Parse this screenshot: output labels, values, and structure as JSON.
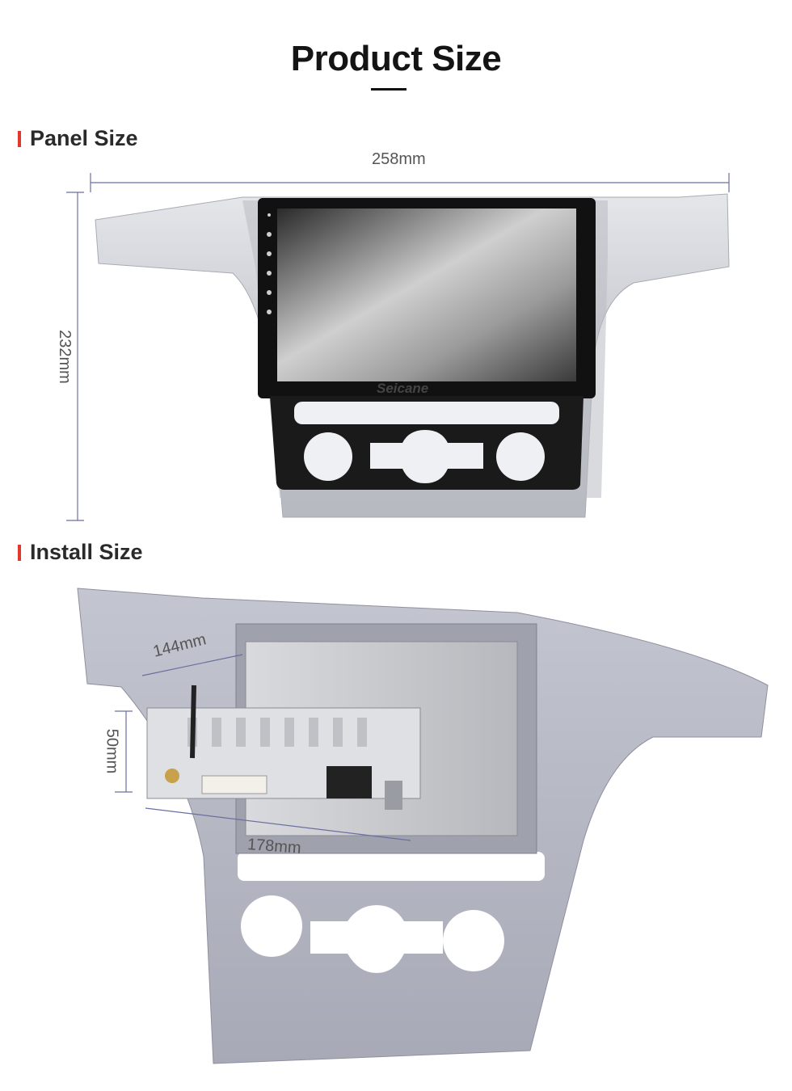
{
  "page_title": "Product Size",
  "sections": {
    "panel": {
      "heading": "Panel Size",
      "width_label": "258mm",
      "height_label": "232mm",
      "screen_brand": "Seicane"
    },
    "install": {
      "heading": "Install Size",
      "depth_label": "144mm",
      "height_label": "50mm",
      "width_label": "178mm"
    }
  },
  "colors": {
    "accent_bar": "#e0392f",
    "dimension_line": "#6a6fa0",
    "panel_silver": "#c9cbd2",
    "bezel_black": "#111111"
  }
}
